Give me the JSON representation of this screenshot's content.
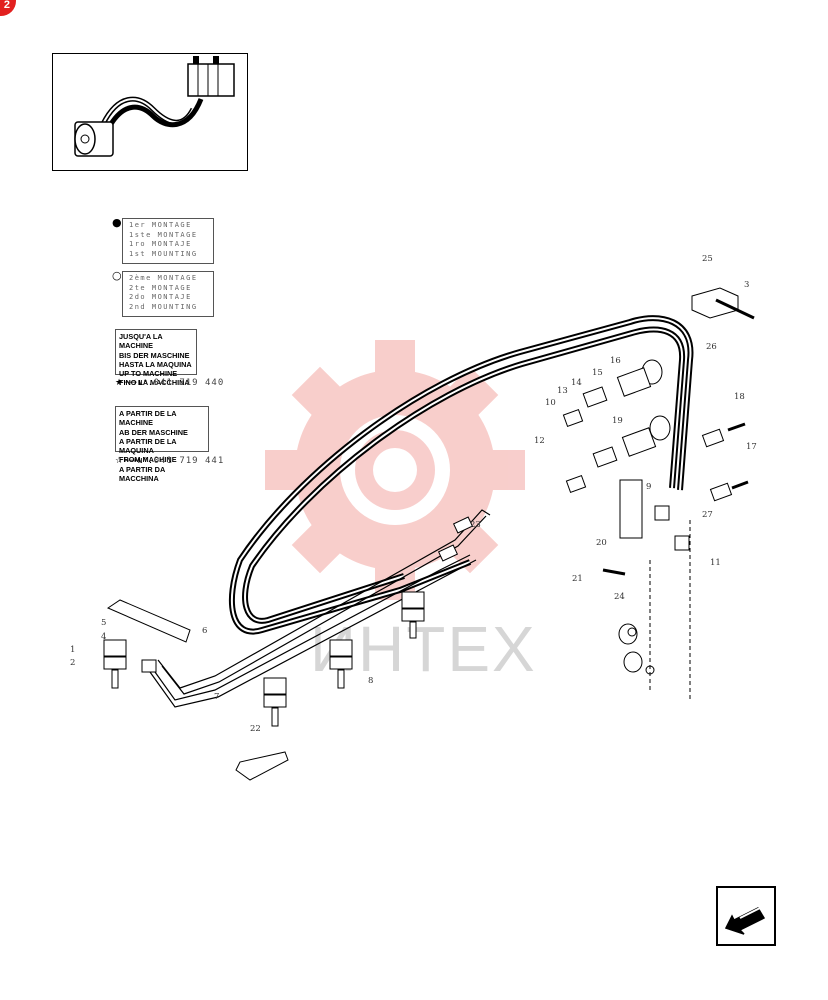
{
  "page": {
    "badge": "2"
  },
  "legend": {
    "first_mounting": [
      "1er MONTAGE",
      "1ste MONTAGE",
      "1ro MONTAJE",
      "1st MOUNTING"
    ],
    "second_mounting": [
      "2ème MONTAGE",
      "2te MONTAGE",
      "2do MONTAJE",
      "2nd MOUNTING"
    ],
    "up_to_machine": [
      "JUSQU'A LA MACHINE",
      "BIS DER MASCHINE",
      "HASTA LA MAQUINA",
      "UP TO MACHINE",
      "FINO LA MACCHINA"
    ],
    "up_to_serial": {
      "prefix": "N°.",
      "code": "041 719 440"
    },
    "from_machine": [
      "A PARTIR DE LA MACHINE",
      "AB DER MASCHINE",
      "A PARTIR DE LA MAQUINA",
      "FROM MACHINE",
      "A PARTIR DA MACCHINA"
    ],
    "from_serial": {
      "prefix": "N°.",
      "code": "041 719 441"
    }
  },
  "watermark": {
    "text": "ИНТЕХ",
    "color": "#e8453c"
  },
  "callouts": [
    "25",
    "3",
    "26",
    "16",
    "15",
    "13",
    "14",
    "10",
    "12",
    "19",
    "18",
    "17",
    "9",
    "27",
    "20",
    "11",
    "21",
    "24",
    "23",
    "5",
    "4",
    "1",
    "2",
    "6",
    "7",
    "8",
    "22"
  ],
  "icons": {
    "nav": "next-page-arrow-icon"
  }
}
